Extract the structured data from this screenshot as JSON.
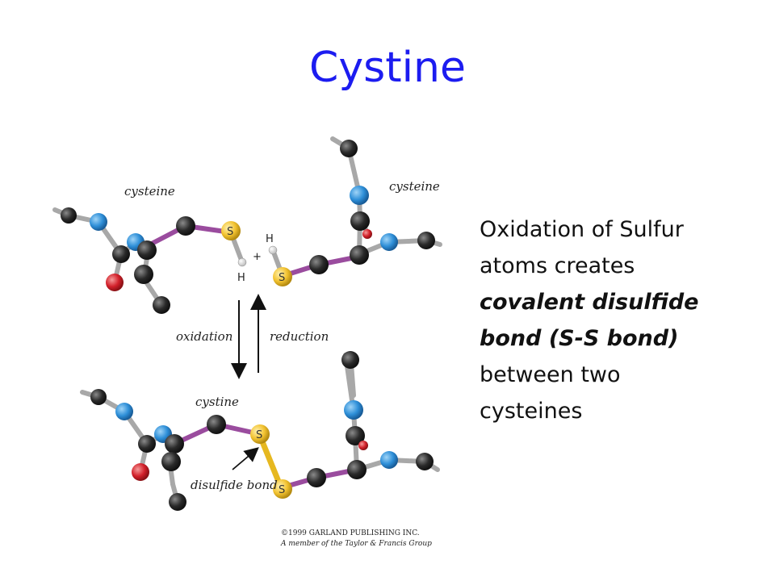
{
  "slide": {
    "title": "Cystine",
    "text": {
      "line1": "Oxidation of Sulfur",
      "line2": "atoms creates",
      "line3": "covalent disulfide",
      "line4": "bond (S-S bond)",
      "line5": "between two",
      "line6": "cysteines"
    }
  },
  "figure": {
    "label_cysteine_left": "cysteine",
    "label_cysteine_right": "cysteine",
    "label_oxidation": "oxidation",
    "label_reduction": "reduction",
    "label_cystine": "cystine",
    "label_disulfide_bond": "disulfide bond",
    "atom_s": "S",
    "atom_h": "H",
    "plus": "+",
    "copyright_line1": "©1999 GARLAND PUBLISHING INC.",
    "copyright_line2": "A member of the Taylor & Francis Group",
    "colors": {
      "carbon": "#2a2a2a",
      "nitrogen": "#2e8fd8",
      "oxygen": "#d2202a",
      "sulfur": "#f2c230",
      "bond": "#a8a8a8",
      "bond_purple": "#9a4c9e",
      "disulfide_bond": "#e6b820"
    }
  }
}
